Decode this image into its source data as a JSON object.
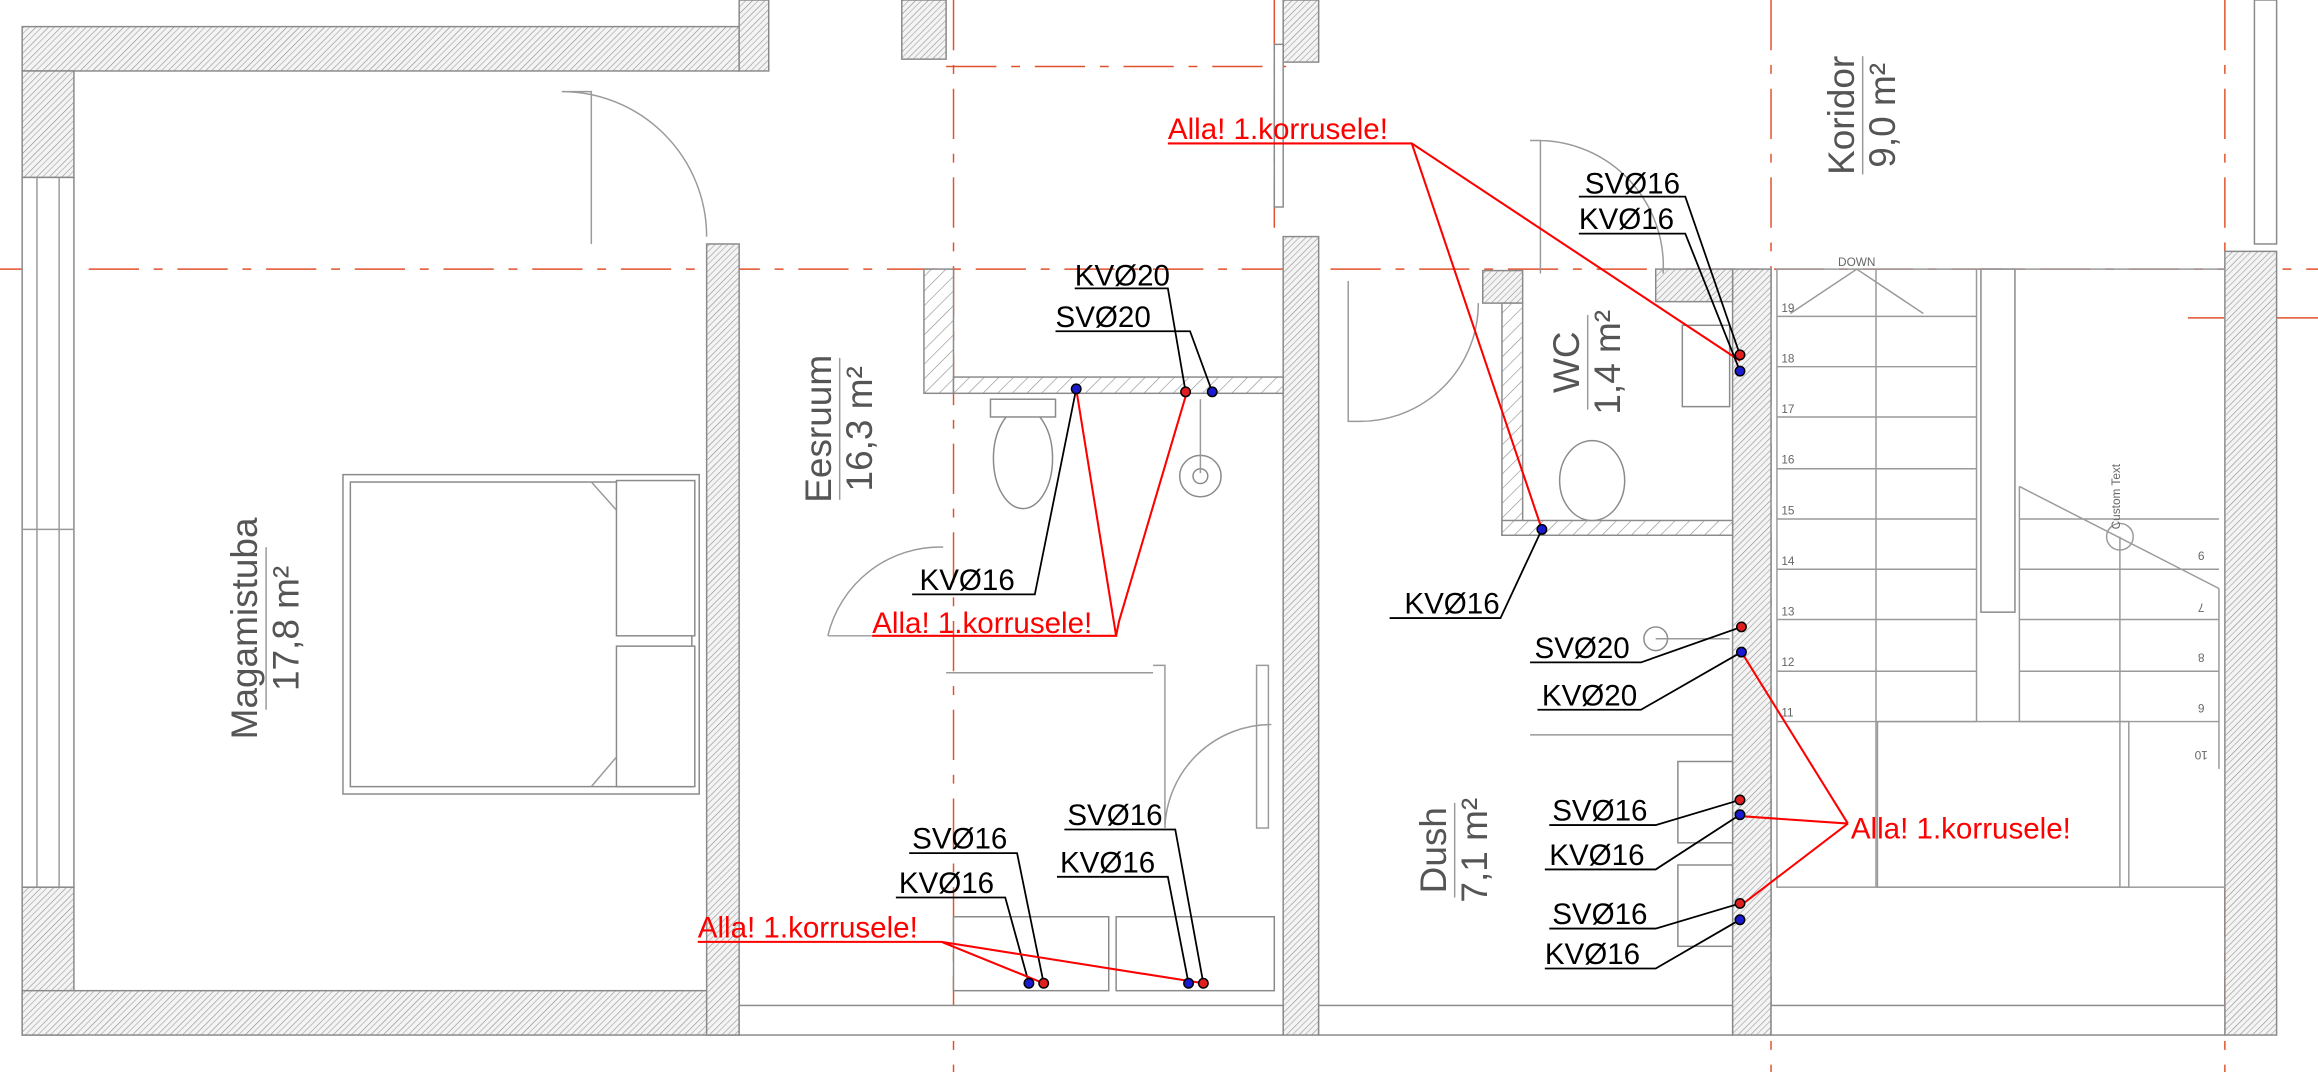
{
  "rooms": [
    {
      "name": "Magamistuba",
      "area": "17,8 m²"
    },
    {
      "name": "Eesruum",
      "area": "16,3 m²"
    },
    {
      "name": "WC",
      "area": "1,4 m²"
    },
    {
      "name": "Dush",
      "area": "7,1 m²"
    },
    {
      "name": "Koridor",
      "area": "9,0 m²"
    }
  ],
  "notes": {
    "down_floor": "Alla! 1.korrusele!"
  },
  "pipe_labels": {
    "wc_sv16": "SVØ16",
    "wc_kv16": "KVØ16",
    "bath_kv20": "KVØ20",
    "bath_sv20": "SVØ20",
    "bath_kv16": "KVØ16",
    "wc_toilet_kv16": "KVØ16",
    "dush_sv20": "SVØ20",
    "dush_kv20": "KVØ20",
    "dush_sink1_sv16": "SVØ16",
    "dush_sink1_kv16": "KVØ16",
    "dush_sink2_sv16": "SVØ16",
    "dush_sink2_kv16": "KVØ16",
    "sink1_sv16": "SVØ16",
    "sink1_kv16": "KVØ16",
    "sink2_sv16": "SVØ16",
    "sink2_kv16": "KVØ16"
  },
  "stairs": {
    "direction": "DOWN",
    "custom_text": "Custom Text",
    "left_steps": [
      "19",
      "18",
      "17",
      "16",
      "15",
      "14",
      "13",
      "12",
      "11"
    ],
    "right_steps": [
      "9",
      "7",
      "8",
      "6",
      "10"
    ]
  },
  "colors": {
    "hot": "#e02020",
    "cold": "#1a1ad0",
    "note": "#ff0000",
    "axis": "#e0522c"
  }
}
